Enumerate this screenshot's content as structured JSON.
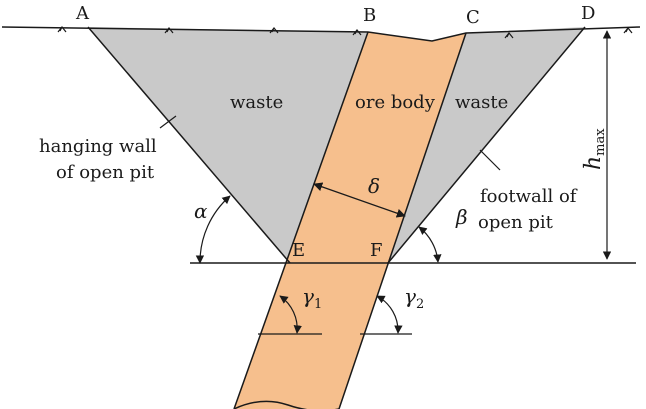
{
  "points": {
    "a": "A",
    "b": "B",
    "c": "C",
    "d": "D",
    "e": "E",
    "f": "F"
  },
  "regions": {
    "waste_left": "waste",
    "ore": "ore body",
    "waste_right": "waste"
  },
  "annotations": {
    "hanging_wall_line1": "hanging wall",
    "hanging_wall_line2": "of open pit",
    "footwall_line1": "footwall of",
    "footwall_line2": "open pit"
  },
  "symbols": {
    "alpha": "α",
    "beta": "β",
    "delta": "δ",
    "gamma": "γ",
    "gamma1_sub": "1",
    "gamma2_sub": "2",
    "h": "h",
    "h_sub": "max"
  },
  "colors": {
    "waste": "#c9c9c9",
    "ore": "#f6bf8d",
    "line": "#1a1a1a"
  }
}
